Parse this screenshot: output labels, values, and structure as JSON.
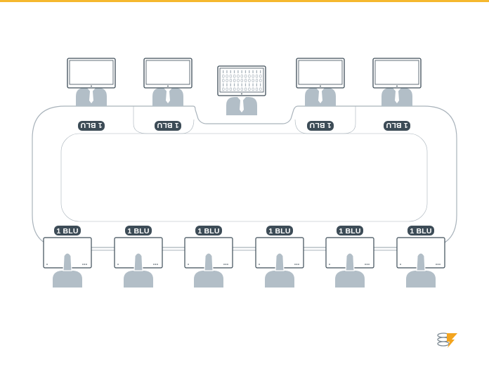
{
  "colors": {
    "accent_bar": "#f5b82e",
    "outline": "#a9b3bb",
    "monitor_fill": "#ffffff",
    "person": "#b2bec7",
    "badge": "#3d4c57",
    "logo_orange": "#f3a41e",
    "logo_gray": "#7d8a93"
  },
  "badge_label": "1 BLU",
  "top_seats": [
    {
      "id": "top-1",
      "badge": "1 BLU"
    },
    {
      "id": "top-2",
      "badge": "1 BLU"
    },
    {
      "id": "top-3",
      "badge": "1 BLU"
    },
    {
      "id": "top-4",
      "badge": "1 BLU"
    }
  ],
  "dealer": {
    "screen": "binary-code"
  },
  "bottom_seats": [
    {
      "id": "bottom-1",
      "badge": "1 BLU"
    },
    {
      "id": "bottom-2",
      "badge": "1 BLU"
    },
    {
      "id": "bottom-3",
      "badge": "1 BLU"
    },
    {
      "id": "bottom-4",
      "badge": "1 BLU"
    },
    {
      "id": "bottom-5",
      "badge": "1 BLU"
    },
    {
      "id": "bottom-6",
      "badge": "1 BLU"
    }
  ],
  "logo": {
    "icon": "database-lightning-icon"
  }
}
